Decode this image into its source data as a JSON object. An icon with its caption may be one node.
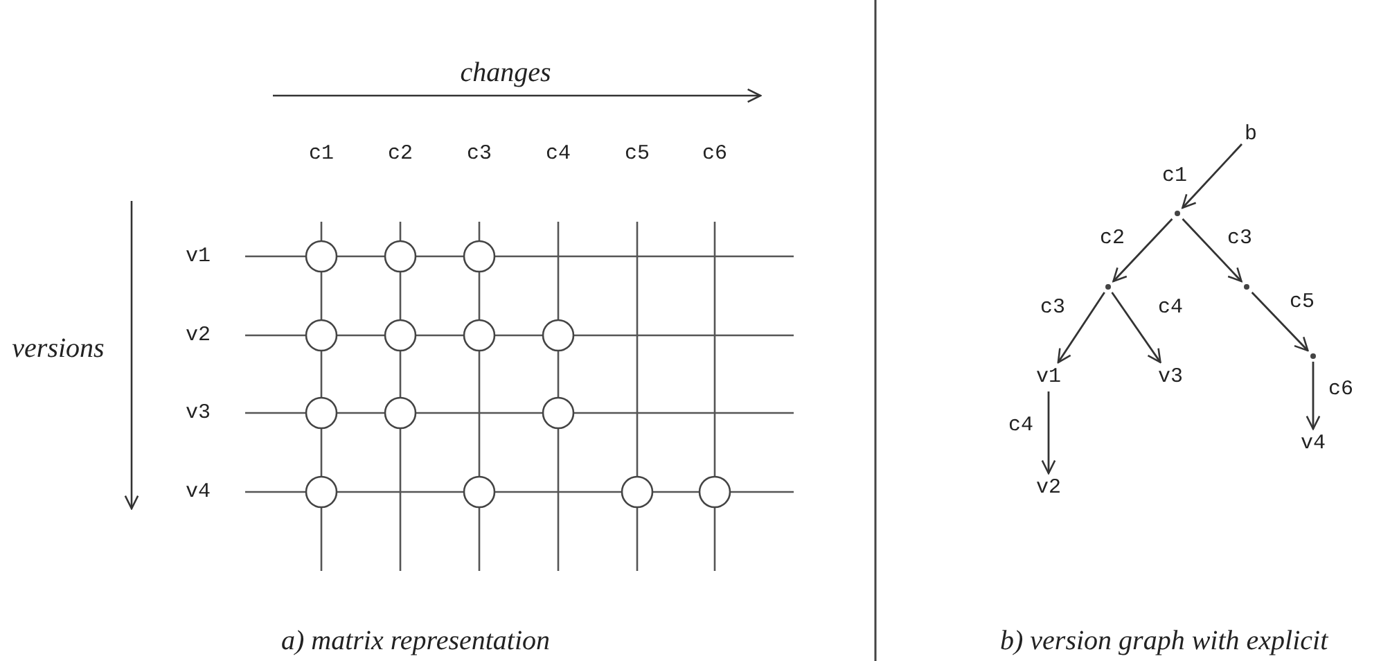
{
  "diagram": {
    "nodes": [
      {
        "text": [
          "b"
        ]
      },
      {
        "text": [],
        "shape": "point"
      },
      {
        "text": [],
        "shape": "point"
      },
      {
        "text": [],
        "shape": "point"
      },
      {
        "text": [
          "v1"
        ]
      },
      {
        "text": [
          "v3"
        ]
      },
      {
        "text": [],
        "shape": "point"
      },
      {
        "text": [
          "v4"
        ]
      },
      {
        "text": [
          "v2"
        ]
      }
    ],
    "edges": [
      {
        "from": 0,
        "to": 1,
        "arrow": "to",
        "label": "c1"
      },
      {
        "from": 1,
        "to": 2,
        "arrow": "to",
        "label": "c2"
      },
      {
        "from": 1,
        "to": 3,
        "arrow": "to",
        "label": "c3"
      },
      {
        "from": 2,
        "to": 4,
        "arrow": "to",
        "label": "c3"
      },
      {
        "from": 2,
        "to": 5,
        "arrow": "to",
        "label": "c4"
      },
      {
        "from": 3,
        "to": 6,
        "arrow": "to",
        "label": "c5"
      },
      {
        "from": 6,
        "to": 7,
        "arrow": "to",
        "label": "c6"
      },
      {
        "from": 4,
        "to": 8,
        "arrow": "to",
        "label": "c4"
      }
    ],
    "labels": [
      "changes",
      "c1",
      "c2",
      "c3",
      "c4",
      "c5",
      "c6",
      "v1",
      "versions",
      "v2",
      "v3",
      "v4",
      "a) matrix representation",
      "b) version graph with explicit"
    ]
  }
}
